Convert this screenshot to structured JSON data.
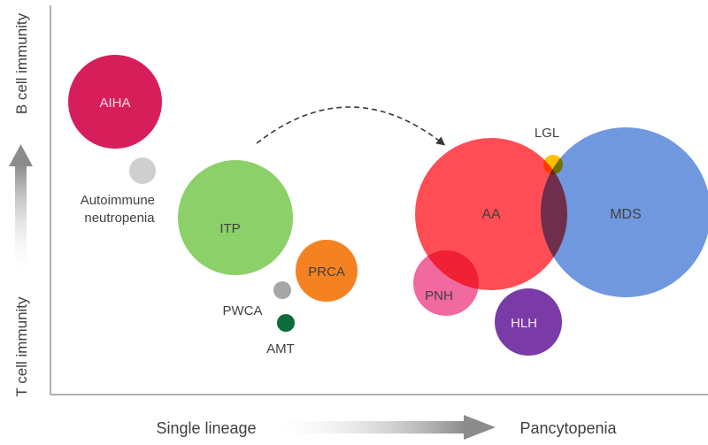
{
  "axes": {
    "y_top_label": "B cell immunity",
    "y_bottom_label": "T cell immunity",
    "x_left_label": "Single lineage",
    "x_right_label": "Pancytopenia"
  },
  "diseases": {
    "aiha": {
      "label": "AIHA",
      "color": "#d61f5a"
    },
    "autoimmune_neutropenia": {
      "label_line1": "Autoimmune",
      "label_line2": "neutropenia",
      "color": "#cfcfcf"
    },
    "itp": {
      "label": "ITP",
      "color": "#8bd068"
    },
    "prca": {
      "label": "PRCA",
      "color": "#f58220"
    },
    "pwca": {
      "label": "PWCA",
      "color": "#a6a6a6"
    },
    "amt": {
      "label": "AMT",
      "color": "#0b6b3a"
    },
    "aa": {
      "label": "AA",
      "color": "#ff4d55"
    },
    "mds": {
      "label": "MDS",
      "color": "#6a95de"
    },
    "lgl": {
      "label": "LGL",
      "color": "#ffc000"
    },
    "pnh": {
      "label": "PNH",
      "color": "#f0699f"
    },
    "hlh": {
      "label": "HLH",
      "color": "#7a3aa8"
    }
  }
}
